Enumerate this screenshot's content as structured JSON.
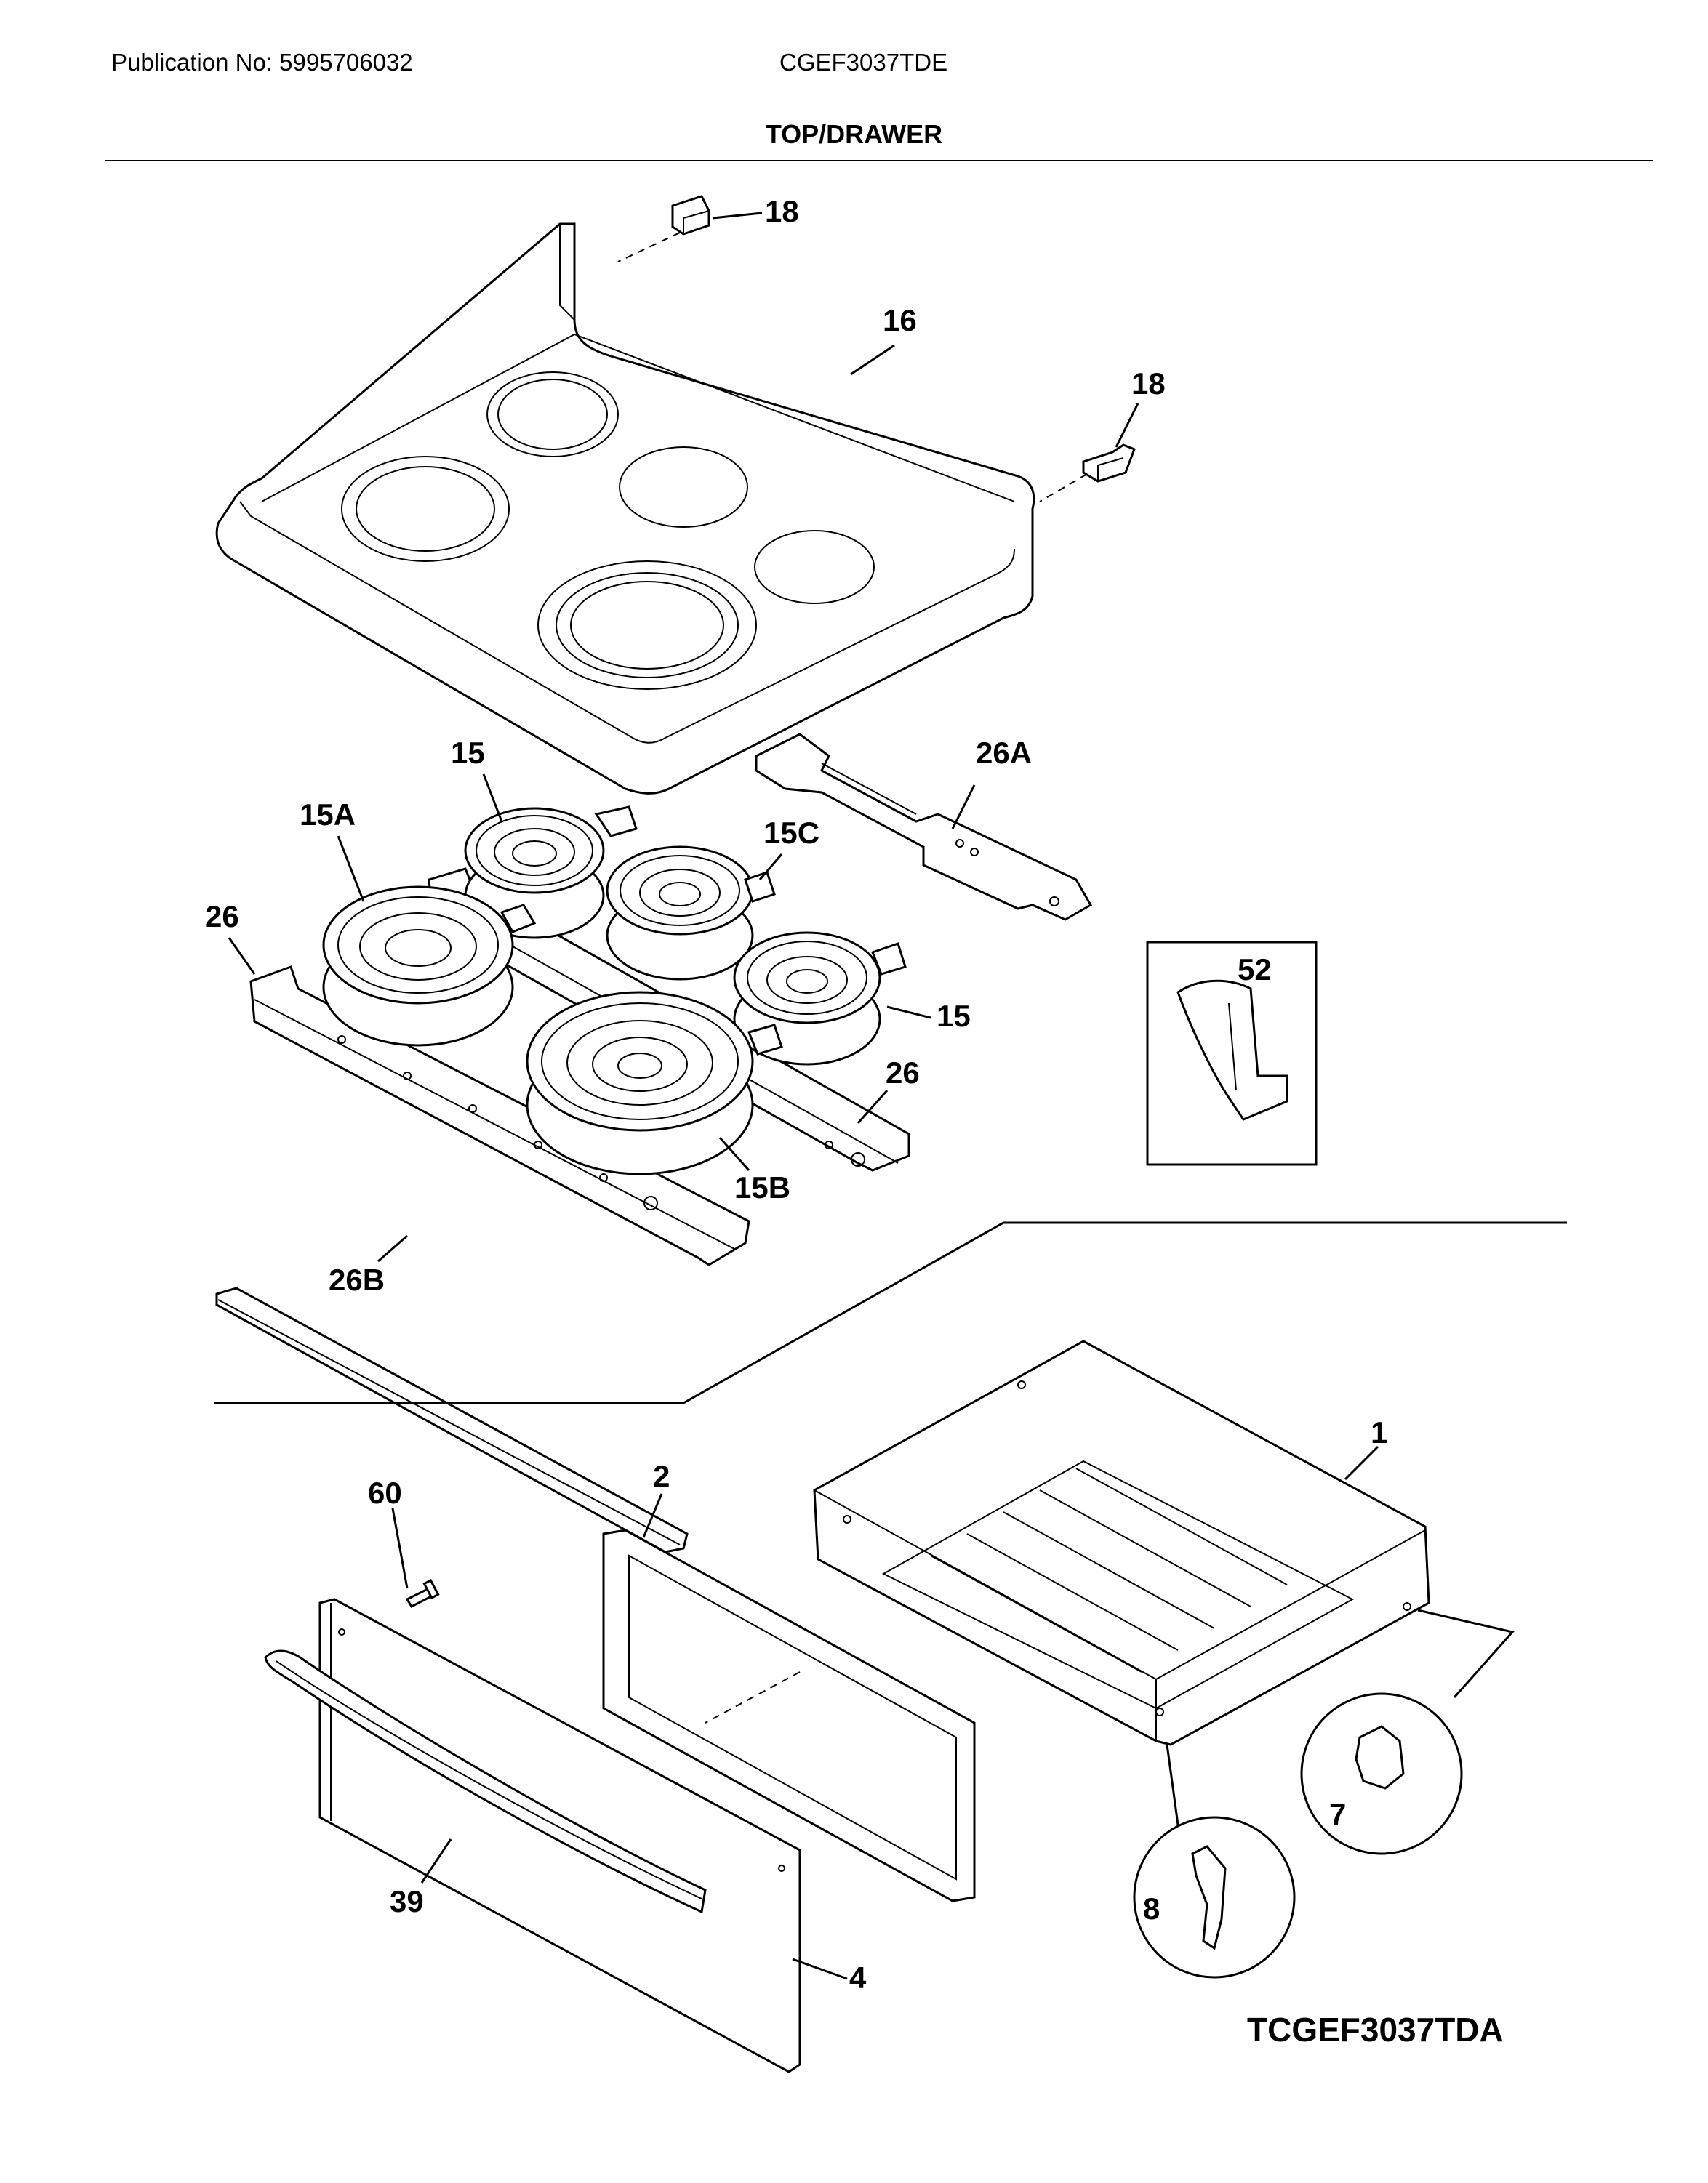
{
  "header": {
    "publication": "Publication No: 5995706032",
    "model": "CGEF3037TDE",
    "section_title": "TOP/DRAWER"
  },
  "callouts": {
    "c18a": "18",
    "c16": "16",
    "c18b": "18",
    "c15a": "15",
    "c26a": "26A",
    "c15A": "15A",
    "c15C": "15C",
    "c26left": "26",
    "c52": "52",
    "c15b": "15",
    "c26right": "26",
    "c15B": "15B",
    "c26B": "26B",
    "c1": "1",
    "c60": "60",
    "c2": "2",
    "c39": "39",
    "c4": "4",
    "c8": "8",
    "c7": "7"
  },
  "diagram_code": "TCGEF3037TDA"
}
